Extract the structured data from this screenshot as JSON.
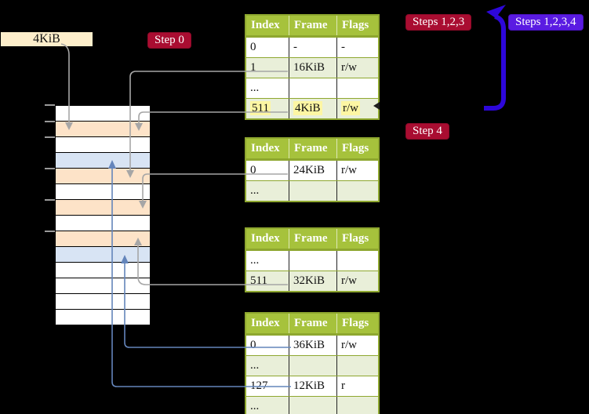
{
  "labels": {
    "frame_size": "4KiB",
    "step0": "Step 0",
    "steps123": "Steps 1,2,3",
    "steps1234": "Steps 1,2,3,4",
    "step4": "Step 4"
  },
  "tables": [
    {
      "name": "page-table-level-4",
      "header": [
        "Index",
        "Frame",
        "Flags"
      ],
      "rows": [
        {
          "cells": [
            "0",
            "-",
            "-"
          ],
          "shaded": false,
          "highlight": false
        },
        {
          "cells": [
            "1",
            "16KiB",
            "r/w"
          ],
          "shaded": true,
          "highlight": false
        },
        {
          "cells": [
            "...",
            "",
            ""
          ],
          "shaded": false,
          "highlight": false
        },
        {
          "cells": [
            "511",
            "4KiB",
            "r/w"
          ],
          "shaded": true,
          "highlight": true
        }
      ]
    },
    {
      "name": "page-table-level-3",
      "header": [
        "Index",
        "Frame",
        "Flags"
      ],
      "rows": [
        {
          "cells": [
            "0",
            "24KiB",
            "r/w"
          ],
          "shaded": false,
          "highlight": false
        },
        {
          "cells": [
            "...",
            "",
            ""
          ],
          "shaded": true,
          "highlight": false
        }
      ]
    },
    {
      "name": "page-table-level-2",
      "header": [
        "Index",
        "Frame",
        "Flags"
      ],
      "rows": [
        {
          "cells": [
            "...",
            "",
            ""
          ],
          "shaded": false,
          "highlight": false
        },
        {
          "cells": [
            "511",
            "32KiB",
            "r/w"
          ],
          "shaded": true,
          "highlight": false
        }
      ]
    },
    {
      "name": "page-table-level-1",
      "header": [
        "Index",
        "Frame",
        "Flags"
      ],
      "rows": [
        {
          "cells": [
            "0",
            "36KiB",
            "r/w"
          ],
          "shaded": false,
          "highlight": false
        },
        {
          "cells": [
            "...",
            "",
            ""
          ],
          "shaded": true,
          "highlight": false
        },
        {
          "cells": [
            "127",
            "12KiB",
            "r"
          ],
          "shaded": false,
          "highlight": false
        },
        {
          "cells": [
            "...",
            "",
            ""
          ],
          "shaded": true,
          "highlight": false
        }
      ]
    }
  ],
  "memory": {
    "rows": [
      "white",
      "peach",
      "white",
      "blue",
      "peach",
      "white",
      "peach",
      "white",
      "peach",
      "blue",
      "white",
      "white",
      "white",
      "white"
    ]
  },
  "arrows": [
    {
      "from": "4KiB-label",
      "to": "memory-frame-4KiB",
      "color": "gray"
    },
    {
      "from": "level4-entry-511 (4KiB)",
      "to": "memory-frame-4KiB",
      "color": "gray"
    },
    {
      "from": "level4-entry-1 (16KiB)",
      "to": "memory-frame-16KiB",
      "color": "gray"
    },
    {
      "from": "level3-entry-0 (24KiB)",
      "to": "memory-frame-24KiB",
      "color": "gray"
    },
    {
      "from": "level2-entry-511 (32KiB)",
      "to": "memory-frame-32KiB",
      "color": "gray"
    },
    {
      "from": "level1-entry-0 (36KiB)",
      "to": "memory-frame-36KiB",
      "color": "steelblue"
    },
    {
      "from": "level1-entry-127 (12KiB)",
      "to": "memory-frame-12KiB",
      "color": "steelblue"
    },
    {
      "from": "bottom of step sequence",
      "to": "steps-1-2-3-label",
      "color": "big-blue"
    }
  ],
  "colors": {
    "header_green": "#a6c23c",
    "table_border": "#8ea72f",
    "row_shade": "#e9efd9",
    "highlight_yellow": "#fdf6a3",
    "frame_peach": "#fde3c8",
    "frame_blue": "#d8e4f4",
    "label_red": "#a90d31",
    "label_violet": "#5a1be2",
    "label_cream": "#fdeecb",
    "arrow_gray": "#a6a6a6",
    "arrow_steelblue": "#6485bb",
    "big_arrow_blue": "#2d07da"
  }
}
